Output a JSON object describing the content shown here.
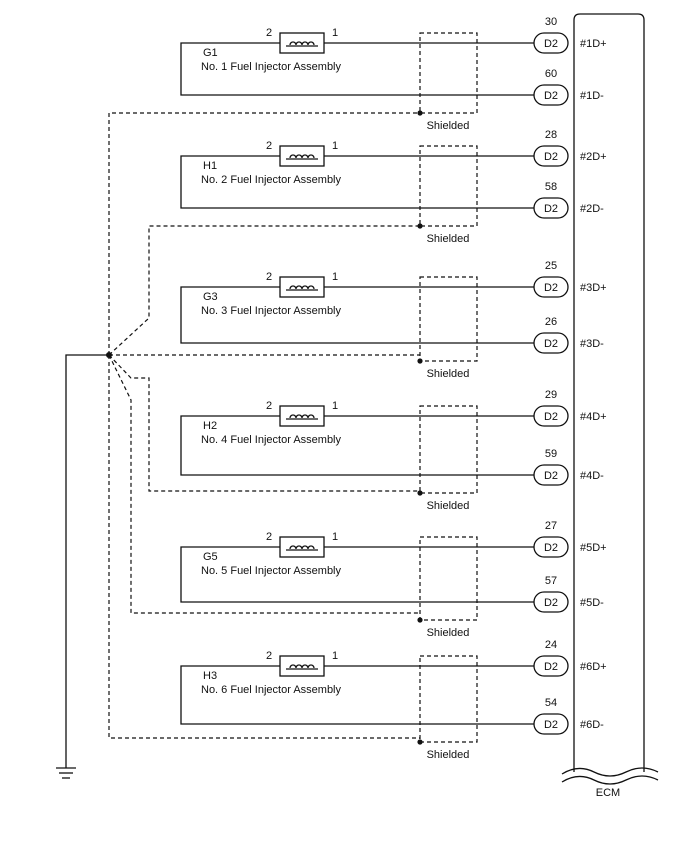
{
  "connector_code": "D2",
  "shield_label": "Shielded",
  "ecm_label": "ECM",
  "injectors": [
    {
      "code": "G1",
      "name": "No. 1 Fuel Injector Assembly",
      "pin_left": "2",
      "pin_right": "1",
      "plus_pin": "30",
      "plus_signal": "#1D+",
      "minus_pin": "60",
      "minus_signal": "#1D-"
    },
    {
      "code": "H1",
      "name": "No. 2 Fuel Injector Assembly",
      "pin_left": "2",
      "pin_right": "1",
      "plus_pin": "28",
      "plus_signal": "#2D+",
      "minus_pin": "58",
      "minus_signal": "#2D-"
    },
    {
      "code": "G3",
      "name": "No. 3 Fuel Injector Assembly",
      "pin_left": "2",
      "pin_right": "1",
      "plus_pin": "25",
      "plus_signal": "#3D+",
      "minus_pin": "26",
      "minus_signal": "#3D-"
    },
    {
      "code": "H2",
      "name": "No. 4 Fuel Injector Assembly",
      "pin_left": "2",
      "pin_right": "1",
      "plus_pin": "29",
      "plus_signal": "#4D+",
      "minus_pin": "59",
      "minus_signal": "#4D-"
    },
    {
      "code": "G5",
      "name": "No. 5 Fuel Injector Assembly",
      "pin_left": "2",
      "pin_right": "1",
      "plus_pin": "27",
      "plus_signal": "#5D+",
      "minus_pin": "57",
      "minus_signal": "#5D-"
    },
    {
      "code": "H3",
      "name": "No. 6 Fuel Injector Assembly",
      "pin_left": "2",
      "pin_right": "1",
      "plus_pin": "24",
      "plus_signal": "#6D+",
      "minus_pin": "54",
      "minus_signal": "#6D-"
    }
  ],
  "icons": {
    "coil": "injector-coil-icon",
    "ground": "ground-icon"
  }
}
